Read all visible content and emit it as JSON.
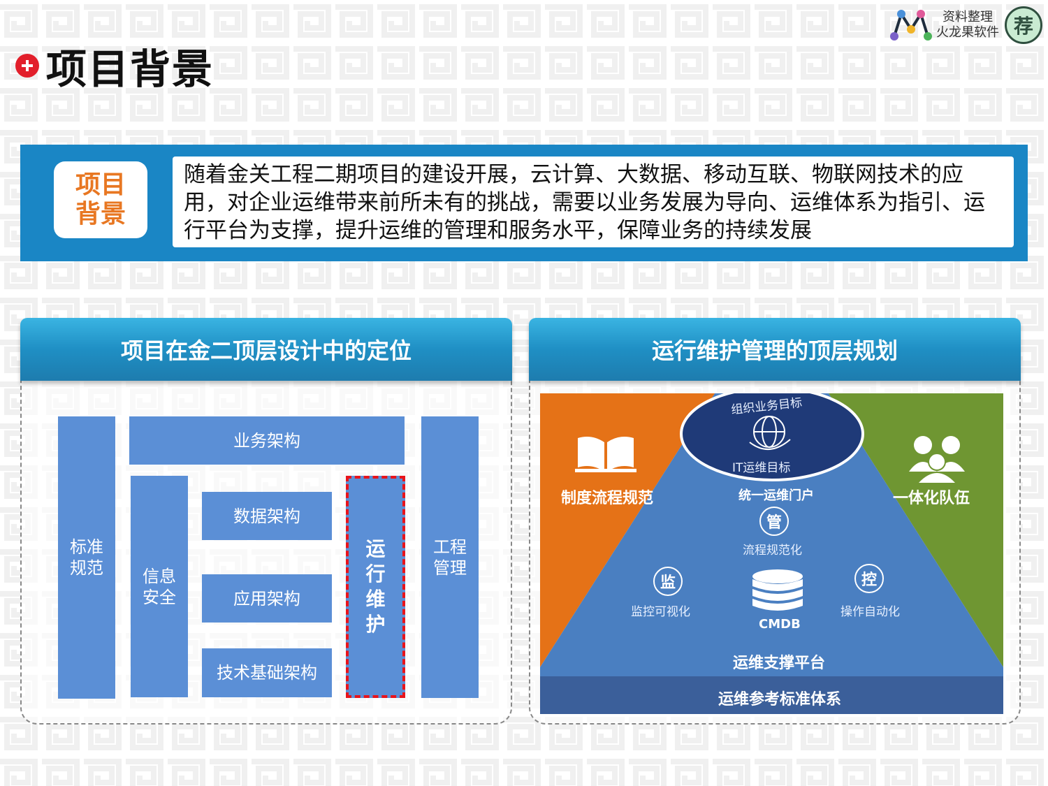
{
  "header": {
    "title": "项目背景",
    "brand_line1": "资料整理",
    "brand_line2": "火龙果软件",
    "brand_badge": "荐"
  },
  "background": {
    "label_line1": "项目",
    "label_line2": "背景",
    "text": "随着金关工程二期项目的建设开展，云计算、大数据、移动互联、物联网技术的应用，对企业运维带来前所未有的挑战，需要以业务发展为导向、运维体系为指引、运行平台为支撑，提升运维的管理和服务水平，保障业务的持续发展"
  },
  "left_panel": {
    "title": "项目在金二顶层设计中的定位",
    "blocks": {
      "standard": [
        "标准",
        "规范"
      ],
      "business": "业务架构",
      "security": [
        "信息",
        "安全"
      ],
      "data": "数据架构",
      "application": "应用架构",
      "technology": "技术基础架构",
      "operations": [
        "运",
        "行",
        "维",
        "护"
      ],
      "engineering": [
        "工程",
        "管理"
      ]
    }
  },
  "right_panel": {
    "title": "运行维护管理的顶层规划",
    "goal_top": "组织业务目标",
    "goal_bottom": "IT运维目标",
    "left_label": "制度流程规范",
    "right_label": "一体化队伍",
    "portal": "统一运维门户",
    "manage_badge": "管",
    "manage_label": "流程规范化",
    "monitor_badge": "监",
    "monitor_label": "监控可视化",
    "control_badge": "控",
    "control_label": "操作自动化",
    "cmdb": "CMDB",
    "platform": "运维支撑平台",
    "standard_system": "运维参考标准体系",
    "colors": {
      "orange": "#e57217",
      "green": "#6f9632",
      "blue": "#4a7fc1",
      "navy": "#1f3a78",
      "bottom_bar": "#3b5f9a"
    }
  }
}
